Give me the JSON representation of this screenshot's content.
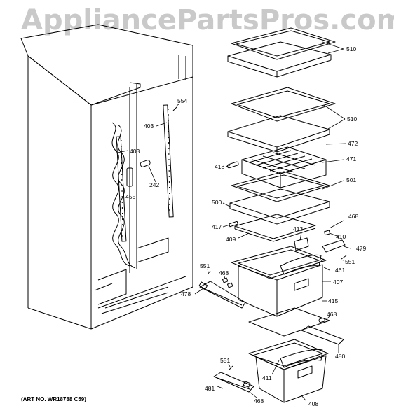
{
  "watermark": "AppliancePartsPros.com",
  "art_number": "(ART NO. WR18788 C59)",
  "labels": {
    "l510a": "510",
    "l510b": "510",
    "l554": "554",
    "l403a": "403",
    "l403b": "403",
    "l472": "472",
    "l418": "418",
    "l471": "471",
    "l242": "242",
    "l455": "455",
    "l501": "501",
    "l500": "500",
    "l468a": "468",
    "l417": "417",
    "l413": "413",
    "l410": "410",
    "l409": "409",
    "l479": "479",
    "l551a": "551",
    "l551b": "551",
    "l461": "461",
    "l468b": "468",
    "l407": "407",
    "l478": "478",
    "l415": "415",
    "l468c": "468",
    "l480": "480",
    "l551c": "551",
    "l411": "411",
    "l481": "481",
    "l468d": "468",
    "l408": "408"
  }
}
